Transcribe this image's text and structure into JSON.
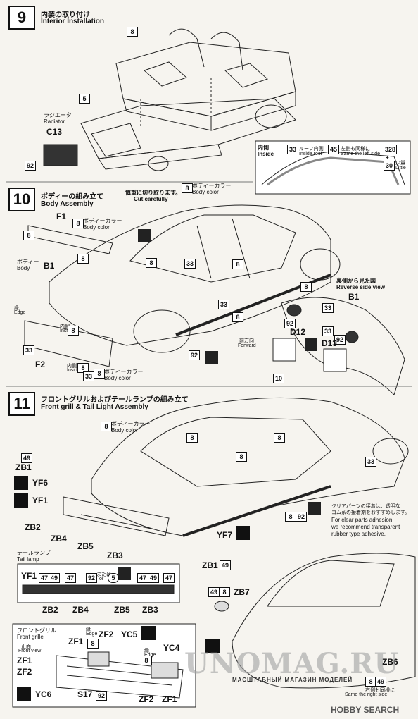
{
  "step9": {
    "number": "9",
    "title_jp": "内装の取り付け",
    "title_en": "Interior Installation",
    "callouts": [
      "8",
      "5",
      "92"
    ],
    "radiator_jp": "ラジエータ",
    "radiator_en": "Radiator",
    "radiator_part": "C13",
    "inset": {
      "title_jp": "内側",
      "title_en": "Inside",
      "roof_jp": "ルーフ内側",
      "roof_en": "Inside roof",
      "same_jp": "左側も同様に",
      "same_en": "Same the left side",
      "little_jp": "少量",
      "little_en": "Little",
      "c33": "33",
      "c45": "45",
      "c328": "328",
      "c30": "30",
      "plus": "+"
    }
  },
  "step10": {
    "number": "10",
    "title_jp": "ボディーの組み立て",
    "title_en": "Body Assembly",
    "cut_jp": "慎重に切り取ります。",
    "cut_en": "Cut carefully",
    "body_color_jp": "ボディーカラー",
    "body_color_en": "Body color",
    "body_jp": "ボディー",
    "body_en": "Body",
    "edge_jp": "縁",
    "edge_en": "Edge",
    "inside_jp": "内側",
    "inside_en": "Inside",
    "forward_jp": "前方向",
    "forward_en": "Forward",
    "reverse_jp": "裏側から見た図",
    "reverse_en": "Reverse side view",
    "parts": {
      "F1": "F1",
      "B1": "B1",
      "F2": "F2",
      "B1r": "B1",
      "D12": "D12",
      "D13": "D13"
    },
    "callouts": {
      "c8": "8",
      "c33": "33",
      "c92": "92"
    }
  },
  "step11": {
    "number": "11",
    "title_jp": "フロントグリルおよびテールランプの組み立て",
    "title_en": "Front grill & Tail Light Assembly",
    "body_color_jp": "ボディーカラー",
    "body_color_en": "Body color",
    "clear_jp1": "クリアパーツの接着は、透明な",
    "clear_jp2": "ゴム系の接着剤をおすすめします。",
    "clear_en1": "For clear parts adhesion",
    "clear_en2": "we recommend transparent",
    "clear_en3": "rubber type adhesive.",
    "tail_jp": "テールランプ",
    "tail_en": "Tail lamp",
    "grille_jp": "フロントグリル",
    "grille_en": "Front grille",
    "front_view_jp": "正面",
    "front_view_en": "Front view",
    "edge_jp": "縁",
    "edge_en": "Edge",
    "same_right_jp": "右側も同様に",
    "same_right_en": "Same the right side",
    "or_jp": "または",
    "or_en": "or",
    "parts": {
      "ZB1": "ZB1",
      "YF6": "YF6",
      "YF1": "YF1",
      "ZB2": "ZB2",
      "ZB4": "ZB4",
      "ZB5": "ZB5",
      "ZB3": "ZB3",
      "YF7": "YF7",
      "ZB7": "ZB7",
      "ZF1": "ZF1",
      "ZF2": "ZF2",
      "YC5": "YC5",
      "YC4": "YC4",
      "YC6": "YC6",
      "S17": "S17",
      "ZB6": "ZB6"
    },
    "strip": [
      "YF1",
      "47",
      "49",
      "47",
      "92",
      "5",
      "47",
      "49",
      "47"
    ],
    "strip_labels": [
      "ZB2",
      "ZB4",
      "ZB5",
      "ZB3"
    ],
    "callouts": {
      "c10": "10",
      "c8": "8",
      "c33": "33",
      "c92": "92",
      "c49": "49"
    }
  },
  "watermark": {
    "text": "UNOMAG.RU",
    "sub": "МАСШТАБНЫЙ МАГАЗИН МОДЕЛЕЙ"
  },
  "brand": "HOBBY SEARCH"
}
